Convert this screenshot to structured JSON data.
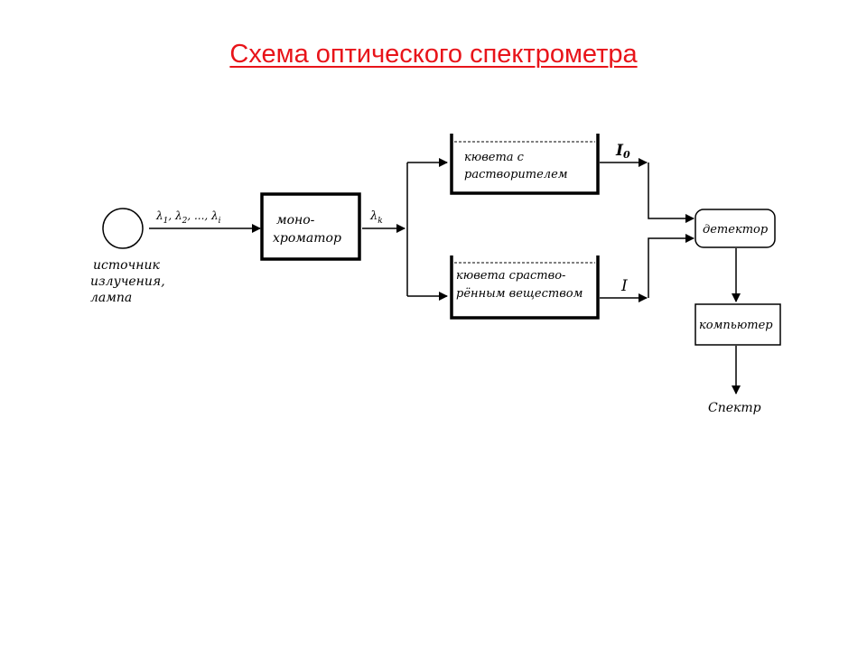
{
  "slide": {
    "title": "Схема оптического спектрометра",
    "title_color": "#e8141a"
  },
  "diagram": {
    "source": {
      "label_lines": [
        "источник",
        "излучения,",
        "лампа"
      ]
    },
    "source_arrow": {
      "label_text": "λ",
      "label_subs": [
        "1",
        "2",
        "i"
      ],
      "label_separators": [
        ", ",
        ", ..., "
      ]
    },
    "monochromator": {
      "label_lines": [
        "моно-",
        "хроматор"
      ]
    },
    "output_label": {
      "text": "λ",
      "sub": "k"
    },
    "cuvette_solvent": {
      "label_lines": [
        "кювета с",
        "растворителем"
      ]
    },
    "cuvette_sample": {
      "label_lines": [
        "кювета сраство-",
        "рённым веществом"
      ]
    },
    "intensity_ref": {
      "text": "I",
      "sub": "0"
    },
    "intensity_sample": {
      "text": "I"
    },
    "detector": {
      "label": "детектор"
    },
    "computer": {
      "label": "компьютер"
    },
    "output": {
      "label": "Спектр"
    }
  }
}
